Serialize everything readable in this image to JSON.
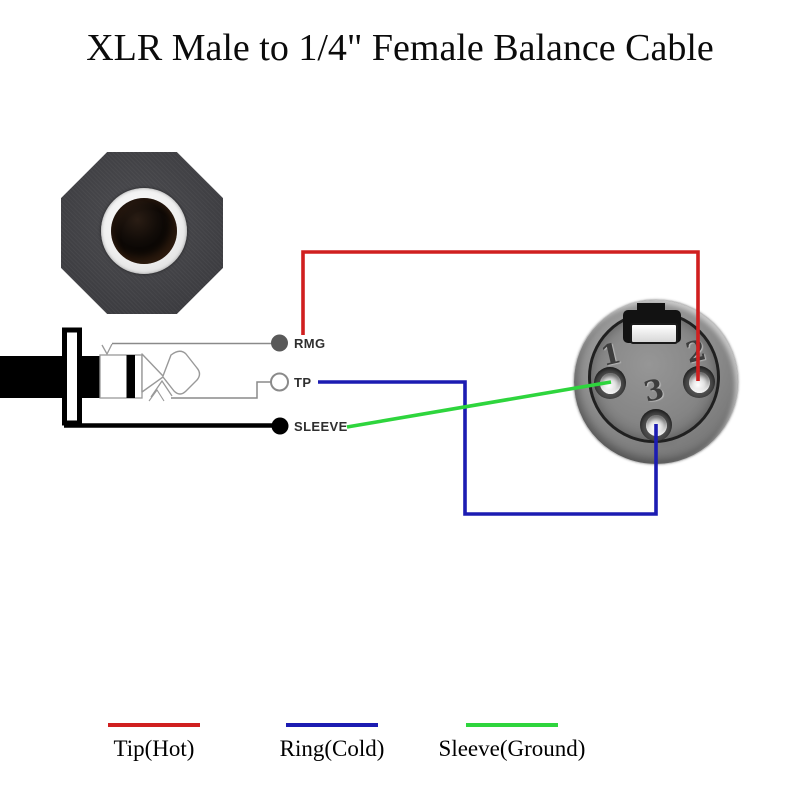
{
  "title": "XLR Male to 1/4\" Female Balance Cable",
  "colors": {
    "tip_hot": "#d01f1f",
    "ring_cold": "#1c1cb2",
    "sleeve_ground": "#2ed53d",
    "lead_gray": "#8a8a8a"
  },
  "trs_plug": {
    "terminals": [
      {
        "id": "ring-terminal",
        "label": "RMG"
      },
      {
        "id": "tip-terminal",
        "label": "TP"
      },
      {
        "id": "sleeve-terminal",
        "label": "SLEEVE"
      }
    ]
  },
  "xlr": {
    "pins": [
      {
        "number": "1"
      },
      {
        "number": "2"
      },
      {
        "number": "3"
      }
    ]
  },
  "legend": {
    "items": [
      {
        "label": "Tip(Hot)",
        "color": "#d01f1f"
      },
      {
        "label": "Ring(Cold)",
        "color": "#1c1cb2"
      },
      {
        "label": "Sleeve(Ground)",
        "color": "#2ed53d"
      }
    ]
  }
}
